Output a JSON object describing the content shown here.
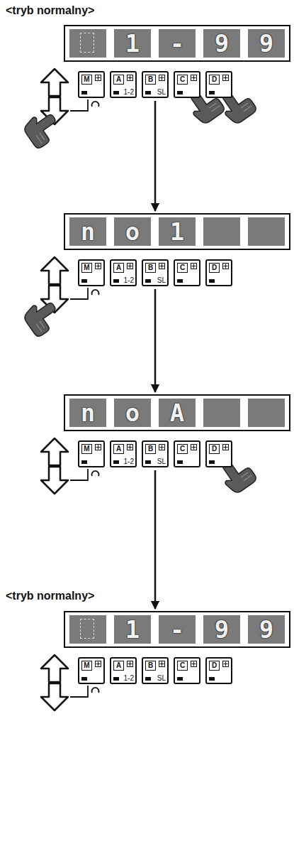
{
  "diagram": {
    "nodes": [
      {
        "text": [
          "1",
          "-",
          "9",
          "9"
        ]
      },
      {
        "text": [
          "M"
        ]
      },
      {
        "text": [
          "A",
          "1-2"
        ]
      },
      {
        "text": [
          "B",
          "SL"
        ]
      },
      {
        "text": [
          "C"
        ]
      },
      {
        "text": [
          "D"
        ]
      },
      {
        "text": [
          "n",
          "o",
          "1"
        ]
      },
      {
        "text": [
          "M"
        ]
      },
      {
        "text": [
          "A",
          "1-2"
        ]
      },
      {
        "text": [
          "B",
          "SL"
        ]
      },
      {
        "text": [
          "C"
        ]
      },
      {
        "text": [
          "D"
        ]
      },
      {
        "text": [
          "n",
          "o",
          "A"
        ]
      },
      {
        "text": [
          "M"
        ]
      },
      {
        "text": [
          "A",
          "1-2"
        ]
      },
      {
        "text": [
          "B",
          "SL"
        ]
      },
      {
        "text": [
          "C"
        ]
      },
      {
        "text": [
          "D"
        ]
      },
      {
        "text": [
          "1",
          "-",
          "9",
          "9"
        ]
      },
      {
        "text": [
          "M"
        ]
      },
      {
        "text": [
          "A",
          "1-2"
        ]
      },
      {
        "text": [
          "B",
          "SL"
        ]
      },
      {
        "text": [
          "C"
        ]
      },
      {
        "text": [
          "D"
        ]
      }
    ],
    "edges": [
      {
        "from": 3,
        "to": 6,
        "arrow": "to"
      },
      {
        "from": 9,
        "to": 12,
        "arrow": "to"
      },
      {
        "from": 15,
        "to": 18,
        "arrow": "to"
      }
    ],
    "labels": [
      "<tryb normalny>",
      "<tryb normalny>"
    ]
  }
}
